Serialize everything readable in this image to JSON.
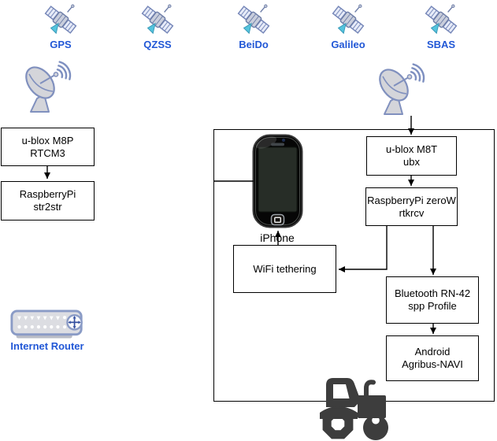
{
  "satellites": [
    {
      "label": "GPS"
    },
    {
      "label": "QZSS"
    },
    {
      "label": "BeiDo"
    },
    {
      "label": "Galileo"
    },
    {
      "label": "SBAS"
    }
  ],
  "nodes": {
    "ublox_m8p": {
      "line1": "u-blox M8P",
      "line2": "RTCM3"
    },
    "raspberrypi_str2str": {
      "line1": "RaspberryPi",
      "line2": "str2str"
    },
    "ublox_m8t": {
      "line1": "u-blox M8T",
      "line2": "ubx"
    },
    "raspberrypi_zerow": {
      "line1": "RaspberryPi zeroW",
      "line2": "rtkrcv"
    },
    "wifi_tethering": {
      "line1": "WiFi tethering"
    },
    "bluetooth_rn42": {
      "line1": "Bluetooth RN-42",
      "line2": "spp Profile"
    },
    "android_agribus": {
      "line1": "Android",
      "line2": "Agribus-NAVI"
    }
  },
  "labels": {
    "iphone": "iPhone",
    "internet_router": "Internet Router"
  },
  "colors": {
    "label_blue": "#2157d6",
    "line_black": "#000000",
    "icon_outline": "#8091c2",
    "icon_fill": "#d4d5da",
    "tractor_grey": "#3d3d3d",
    "background": "#ffffff"
  }
}
